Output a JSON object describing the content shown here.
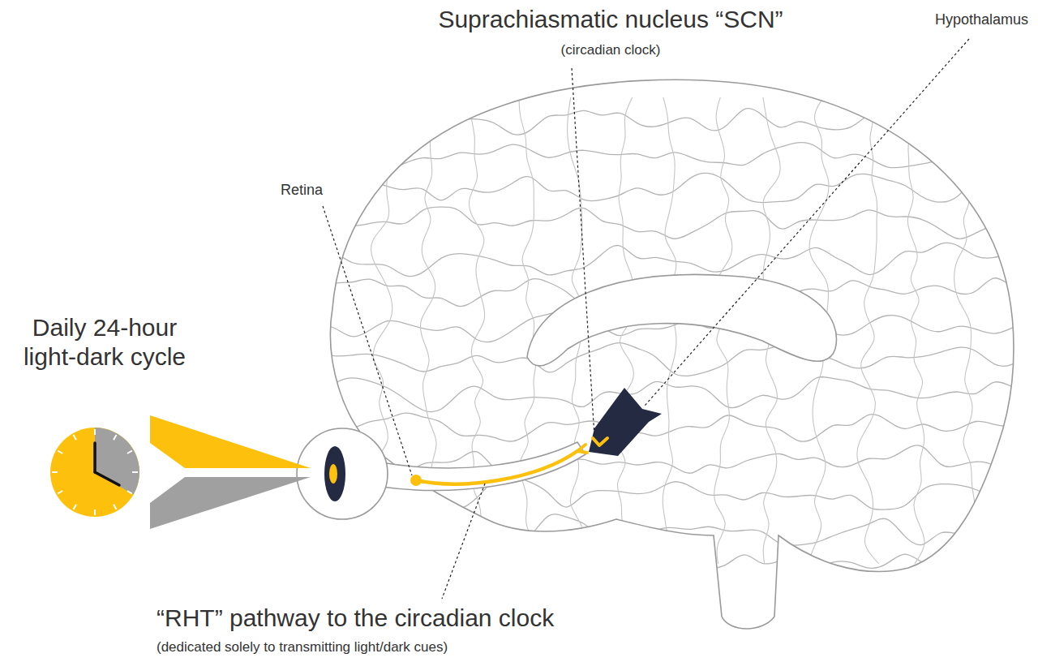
{
  "diagram": {
    "labels": [
      "Suprachiasmatic nucleus “SCN”",
      "(circadian clock)",
      "Hypothalamus",
      "Retina",
      "Daily 24-hour light-dark cycle",
      "“RHT” pathway to the circadian clock",
      "(dedicated solely to transmitting light/dark cues)"
    ]
  }
}
